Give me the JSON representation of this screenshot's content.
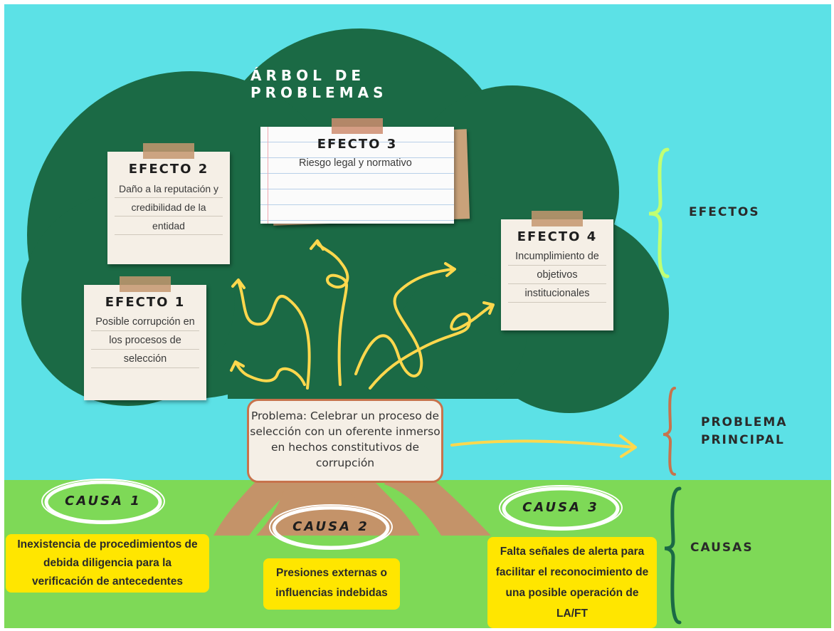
{
  "title": "ÁRBOL DE PROBLEMAS",
  "effects": {
    "e1": {
      "title": "EFECTO 1",
      "text": "Posible corrupción en los procesos de selección"
    },
    "e2": {
      "title": "EFECTO 2",
      "text": "Daño a la reputación y credibilidad de la entidad"
    },
    "e3": {
      "title": "EFECTO 3",
      "text": "Riesgo legal y normativo"
    },
    "e4": {
      "title": "EFECTO 4",
      "text": "Incumplimiento de objetivos institucionales"
    }
  },
  "problem": "Problema: Celebrar un proceso de selección con un oferente inmerso en hechos constitutivos de corrupción",
  "causes": {
    "c1": {
      "title": "CAUSA 1",
      "text": "Inexistencia de procedimientos de debida diligencia para la verificación de antecedentes"
    },
    "c2": {
      "title": "CAUSA 2",
      "text": "Presiones externas o influencias indebidas"
    },
    "c3": {
      "title": "CAUSA 3",
      "text": "Falta señales de alerta para facilitar el reconocimiento de una posible operación de LA/FT"
    }
  },
  "side_labels": {
    "effects": "EFECTOS",
    "problem_line1": "PROBLEMA",
    "problem_line2": "PRINCIPAL",
    "causes": "CAUSAS"
  },
  "colors": {
    "sky": "#5ce1e6",
    "grass": "#7ed957",
    "canopy": "#1b6a45",
    "trunk": "#c49369",
    "highlight": "#ffe600",
    "arrow": "#ffd84d",
    "brace_effects": "#c1ff72",
    "brace_problem": "#c7734c",
    "brace_causes": "#1b6a45"
  }
}
